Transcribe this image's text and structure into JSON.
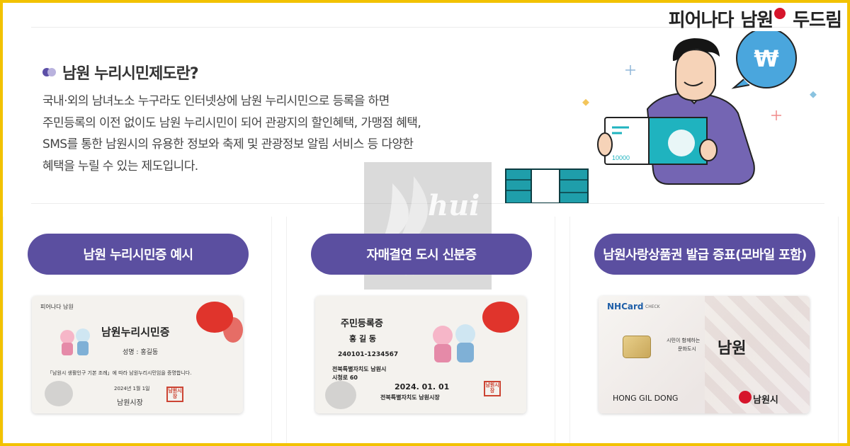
{
  "brand": {
    "part1": "피어나다",
    "part2": "남원",
    "part3": "두드림"
  },
  "section": {
    "title": "남원 누리시민제도란?",
    "description": [
      "국내·외의 남녀노소 누구라도 인터넷상에 남원 누리시민으로 등록을 하면",
      "주민등록의 이전 없이도 남원 누리시민이 되어 관광지의 할인혜택, 가맹점 혜택,",
      "SMS를 통한 남원시의 유용한 정보와 축제 및 관광정보 알림 서비스 등 다양한",
      "혜택을 누릴 수 있는 제도입니다."
    ]
  },
  "illustration": {
    "bubble_symbol": "₩",
    "bill_amount": "10000"
  },
  "watermark": {
    "text": "hui"
  },
  "colors": {
    "accent": "#5b4fa0",
    "border": "#f2c200",
    "poppy": "#e0342c"
  },
  "cards": [
    {
      "button_label": "남원 누리시민증 예시",
      "logo_text": "피어나다 남원",
      "title": "남원누리시민증",
      "name_line": "성명 : 홍길동",
      "note": "「남원시 생활인구 기본 조례」에 따라 남원누리시민임을 증명합니다.",
      "date": "2024년 1월 1일",
      "issuer": "남원시장",
      "stamp": "남원시장"
    },
    {
      "button_label": "자매결연 도시 신분증",
      "title": "주민등록증",
      "name": "홍 길 동",
      "id_number": "240101-1234567",
      "address_1": "전북특별자치도 남원시",
      "address_2": "시청로 60",
      "date": "2024. 01. 01",
      "issuer": "전북특별자치도 남원시장",
      "stamp": "남원시장"
    },
    {
      "button_label": "남원사랑상품권 발급 증표(모바일 포함)",
      "card_brand": "NHCard",
      "card_check": "CHECK",
      "slogan_1": "시민이 함께하는",
      "slogan_2": "문화도시",
      "city_big": "남원",
      "holder": "HONG GIL DONG",
      "city_logo": "남원시"
    }
  ]
}
